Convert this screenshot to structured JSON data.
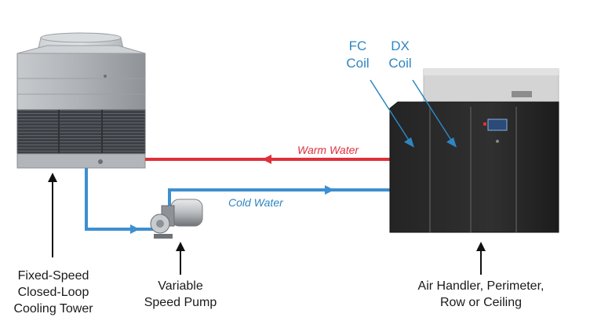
{
  "labels": {
    "fc_coil": [
      "FC",
      "Coil"
    ],
    "dx_coil": [
      "DX",
      "Coil"
    ],
    "warm_water": "Warm Water",
    "cold_water": "Cold Water",
    "cooling_tower": [
      "Fixed-Speed",
      "Closed-Loop",
      "Cooling Tower"
    ],
    "pump": [
      "Variable",
      "Speed Pump"
    ],
    "air_handler": [
      "Air Handler, Perimeter,",
      "Row or Ceiling"
    ]
  },
  "colors": {
    "warm_pipe": "#e0303a",
    "cold_pipe": "#3d8fd0",
    "coil_label": "#2e86c1",
    "cabinet": "#2a2a2a",
    "cabinet_back": "#d4d4d4",
    "tower": "#b8bcc0"
  }
}
